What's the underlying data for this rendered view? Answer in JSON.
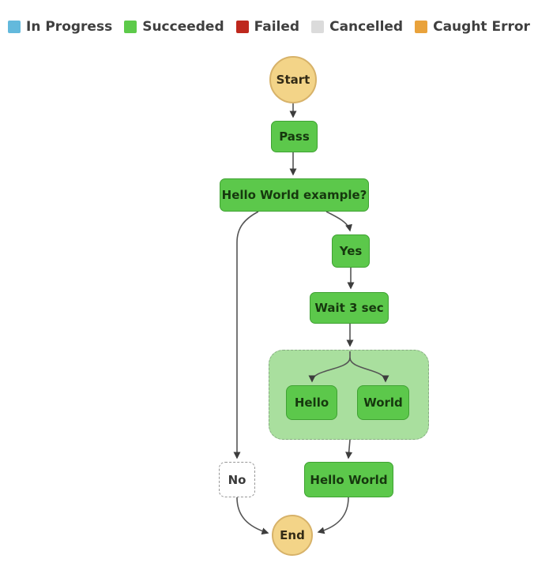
{
  "legend": {
    "items": [
      {
        "label": "In Progress",
        "color": "#63b9dc",
        "status_key": "in-progress"
      },
      {
        "label": "Succeeded",
        "color": "#5dca4a",
        "status_key": "succeeded"
      },
      {
        "label": "Failed",
        "color": "#be281d",
        "status_key": "failed"
      },
      {
        "label": "Cancelled",
        "color": "#dbdbdb",
        "status_key": "cancelled"
      },
      {
        "label": "Caught Error",
        "color": "#e9a23b",
        "status_key": "caught-error"
      }
    ]
  },
  "graph": {
    "nodes": {
      "start": {
        "label": "Start",
        "status": "start"
      },
      "pass": {
        "label": "Pass",
        "status": "succeeded"
      },
      "choice": {
        "label": "Hello World example?",
        "status": "succeeded"
      },
      "yes": {
        "label": "Yes",
        "status": "succeeded"
      },
      "wait": {
        "label": "Wait 3 sec",
        "status": "succeeded"
      },
      "parallel": {
        "label": "",
        "status": "succeeded"
      },
      "hello": {
        "label": "Hello",
        "status": "succeeded"
      },
      "world": {
        "label": "World",
        "status": "succeeded"
      },
      "no": {
        "label": "No",
        "status": "not-executed"
      },
      "hello_world": {
        "label": "Hello World",
        "status": "succeeded"
      },
      "end": {
        "label": "End",
        "status": "end"
      }
    }
  },
  "colors": {
    "succeededFill": "#5cc84b",
    "succeededBorder": "#3fa232",
    "containerFill": "#a9df9e",
    "containerBorder": "#86ab81",
    "terminalFill": "#f3d488",
    "terminalBorder": "#d7b269",
    "terminalText": "#332b16",
    "nodeText": "#16380e",
    "edge": "#555555",
    "arrowhead": "#3d3d3d",
    "legendText": "#3f3f3f"
  }
}
